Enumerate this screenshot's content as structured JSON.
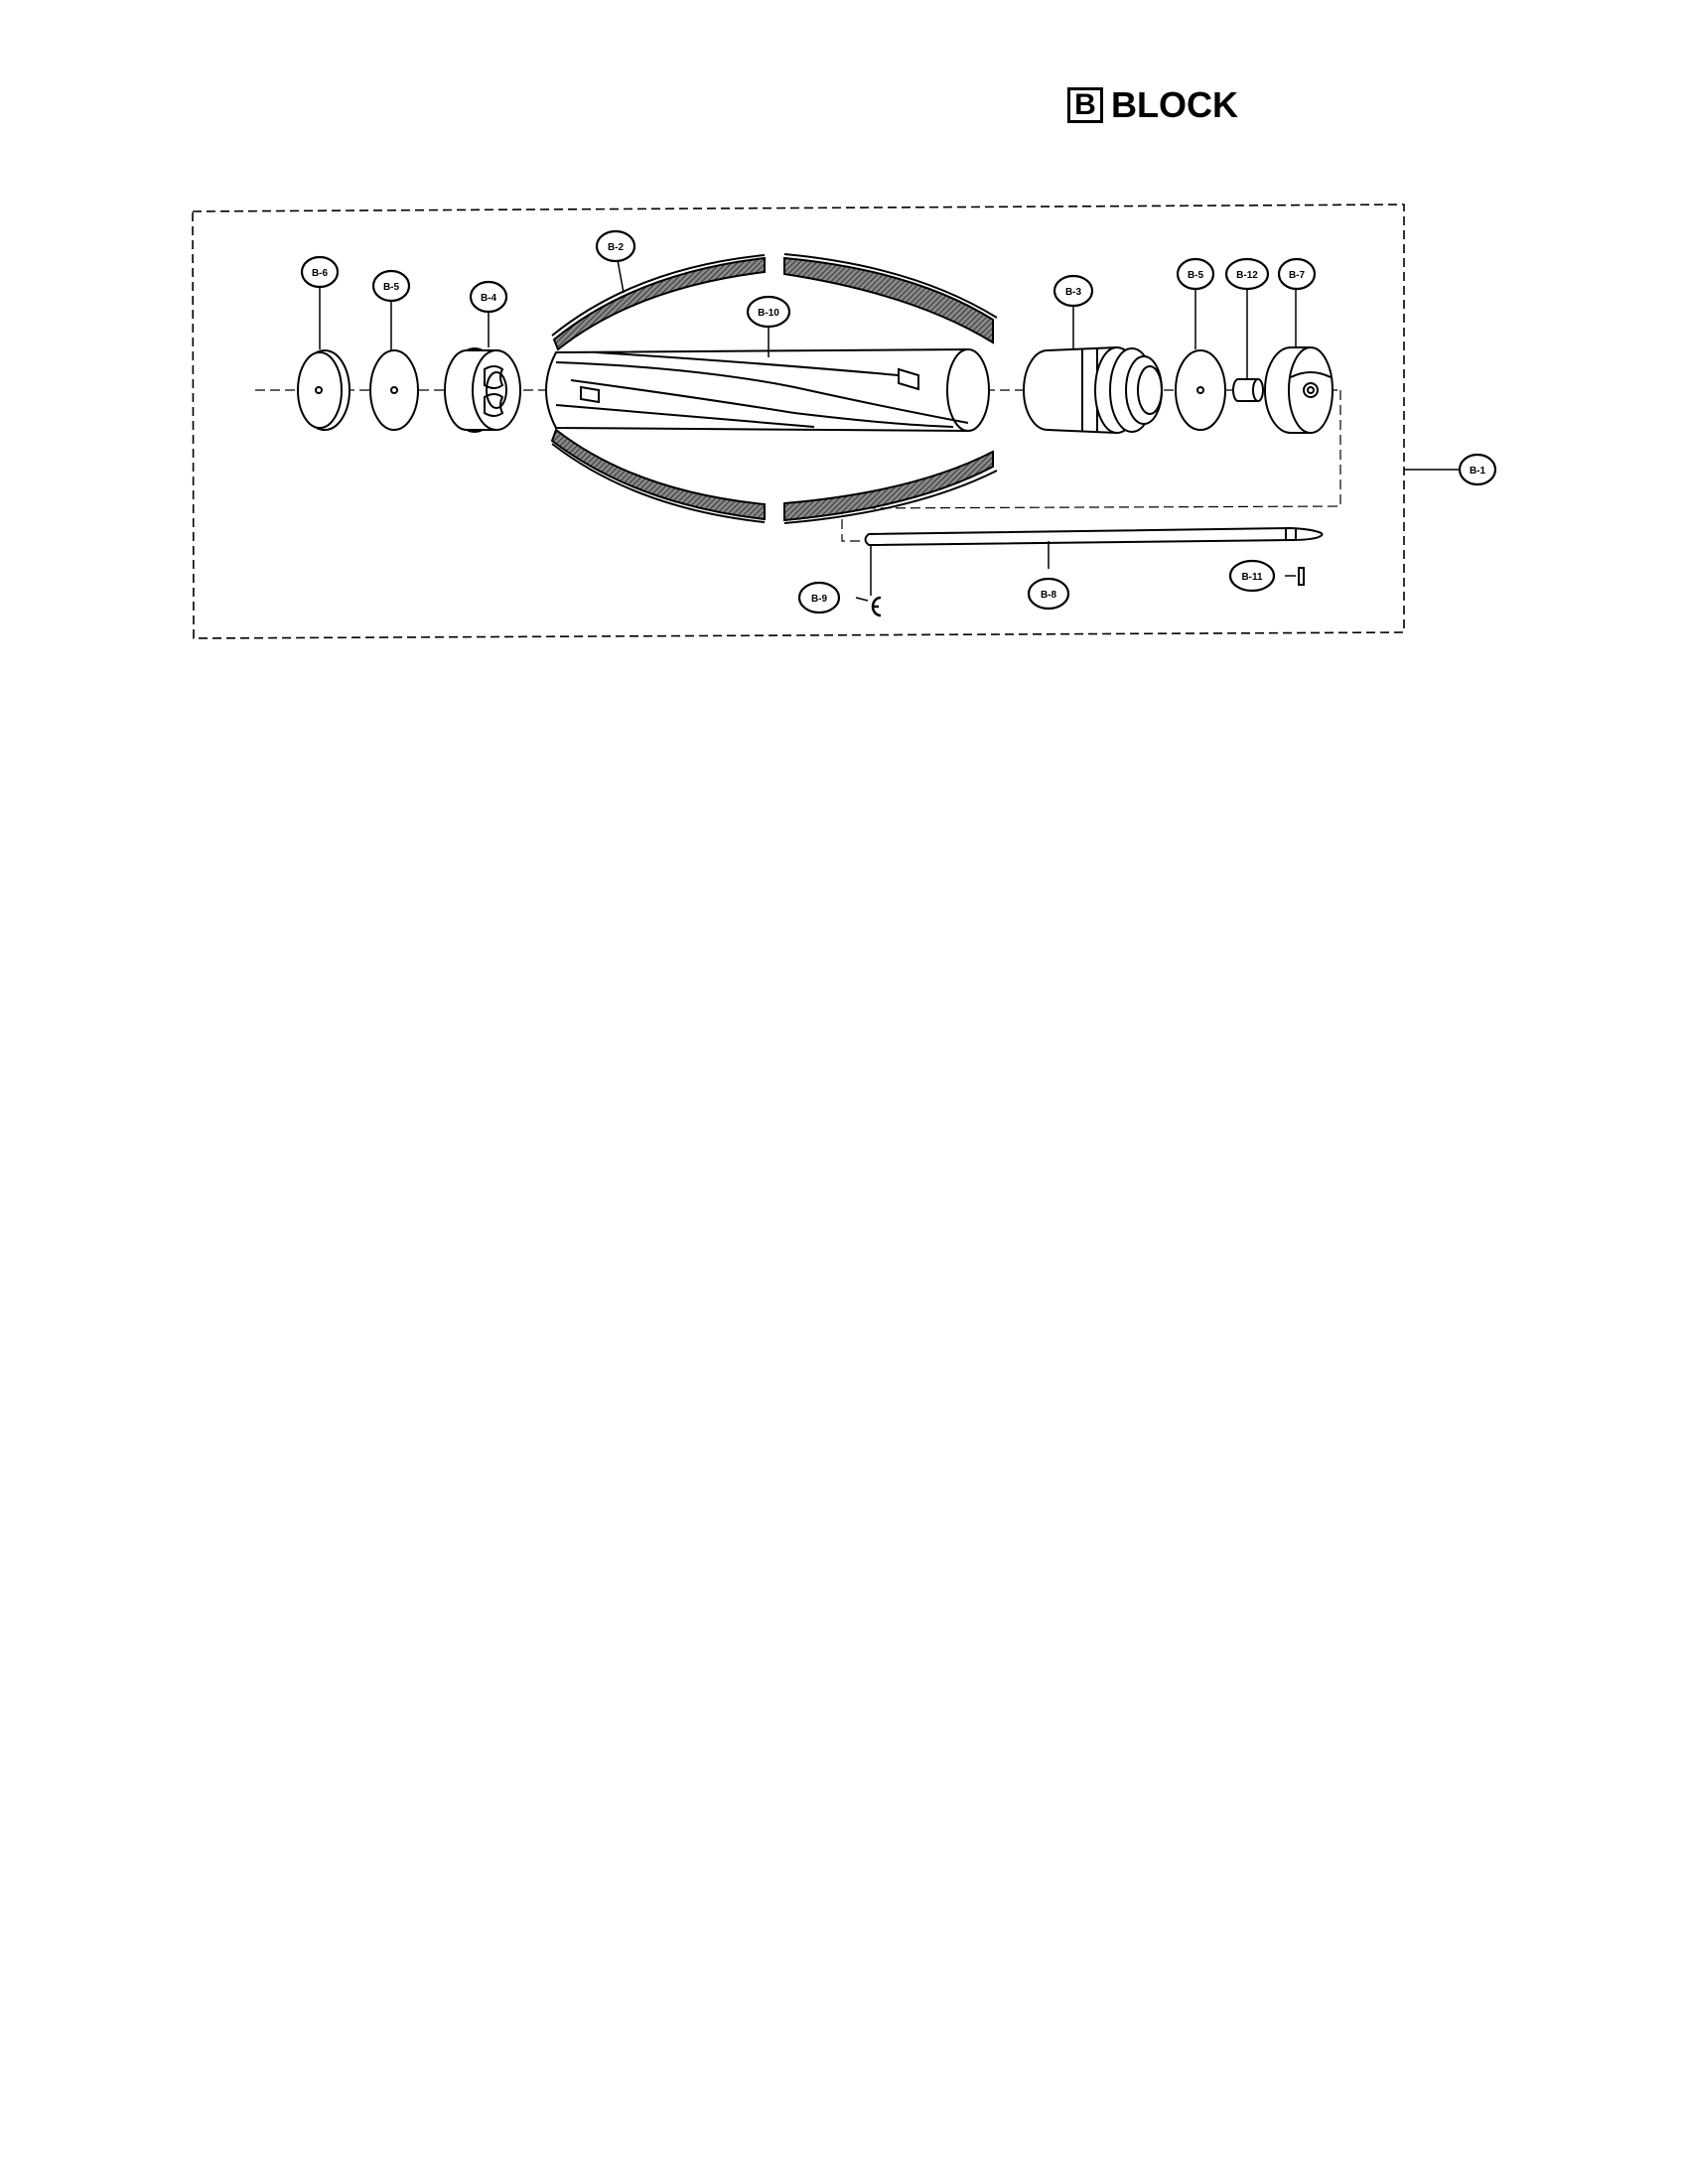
{
  "header": {
    "block_letter": "B",
    "block_word": "BLOCK"
  },
  "callouts": {
    "b1": "B-1",
    "b2": "B-2",
    "b3": "B-3",
    "b4": "B-4",
    "b5_left": "B-5",
    "b5_right": "B-5",
    "b6": "B-6",
    "b7": "B-7",
    "b8": "B-8",
    "b9": "B-9",
    "b10": "B-10",
    "b11": "B-11",
    "b12": "B-12"
  },
  "colors": {
    "line": "#000000",
    "hatch": "#555555",
    "background": "#ffffff"
  }
}
